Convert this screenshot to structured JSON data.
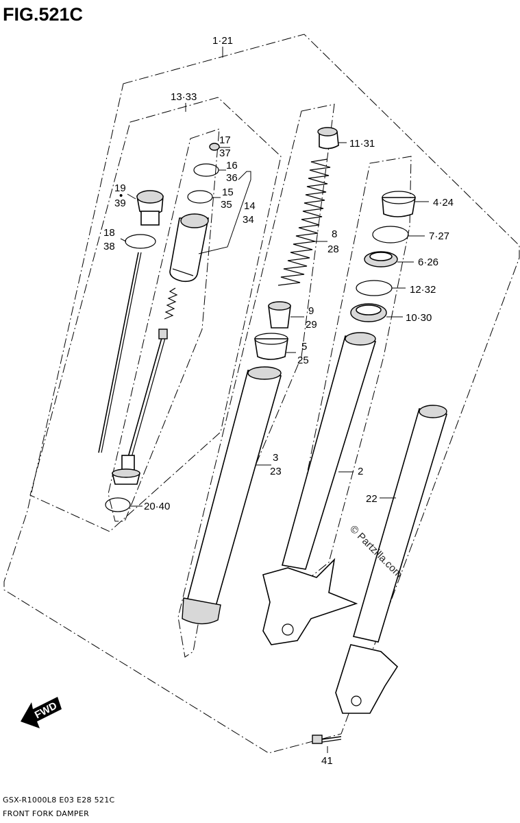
{
  "figure": {
    "title": "FIG.521C",
    "model_code": "GSX-R1000L8  E03  E28  521C",
    "caption": "FRONT FORK DAMPER",
    "watermark": "© Partzilla.com",
    "fwd_label": "FWD"
  },
  "callouts": {
    "c1_21": "1·21",
    "c13_33": "13·33",
    "c17": "17",
    "c37": "37",
    "c16": "16",
    "c36": "36",
    "c15": "15",
    "c35": "35",
    "c14": "14",
    "c34": "34",
    "c19": "19",
    "c19_dot": "•",
    "c39": "39",
    "c18": "18",
    "c38": "38",
    "c20_40": "20·40",
    "c11_31": "11·31",
    "c8": "8",
    "c28": "28",
    "c9": "9",
    "c29": "29",
    "c5": "5",
    "c25": "25",
    "c3": "3",
    "c23": "23",
    "c4_24": "4·24",
    "c7_27": "7·27",
    "c6_26": "6·26",
    "c12_32": "12·32",
    "c10_30": "10·30",
    "c2": "2",
    "c22": "22",
    "c41": "41"
  }
}
